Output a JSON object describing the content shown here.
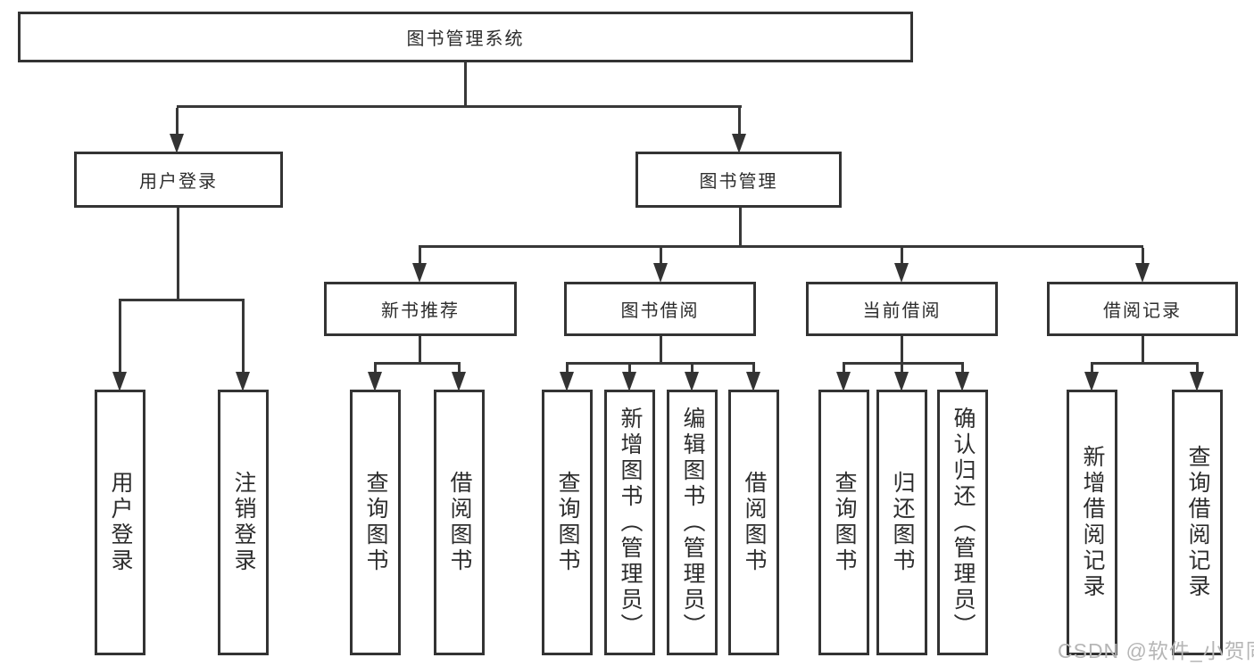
{
  "tree": {
    "root": "图书管理系统",
    "children": [
      {
        "label": "用户登录",
        "children": [
          "用户登录",
          "注销登录"
        ]
      },
      {
        "label": "图书管理",
        "children": [
          {
            "label": "新书推荐",
            "children": [
              "查询图书",
              "借阅图书"
            ]
          },
          {
            "label": "图书借阅",
            "children": [
              "查询图书",
              "新增图书（管理员）",
              "编辑图书（管理员）",
              "借阅图书"
            ]
          },
          {
            "label": "当前借阅",
            "children": [
              "查询图书",
              "归还图书",
              "确认归还（管理员）"
            ]
          },
          {
            "label": "借阅记录",
            "children": [
              "新增借阅记录",
              "查询借阅记录"
            ]
          }
        ]
      }
    ]
  },
  "watermark": {
    "text": "CSDN @软件_小贺同学"
  },
  "colors": {
    "line": "#333333",
    "text": "#2d2d2d",
    "background": "#ffffff",
    "watermark": "#b6b6b6"
  }
}
